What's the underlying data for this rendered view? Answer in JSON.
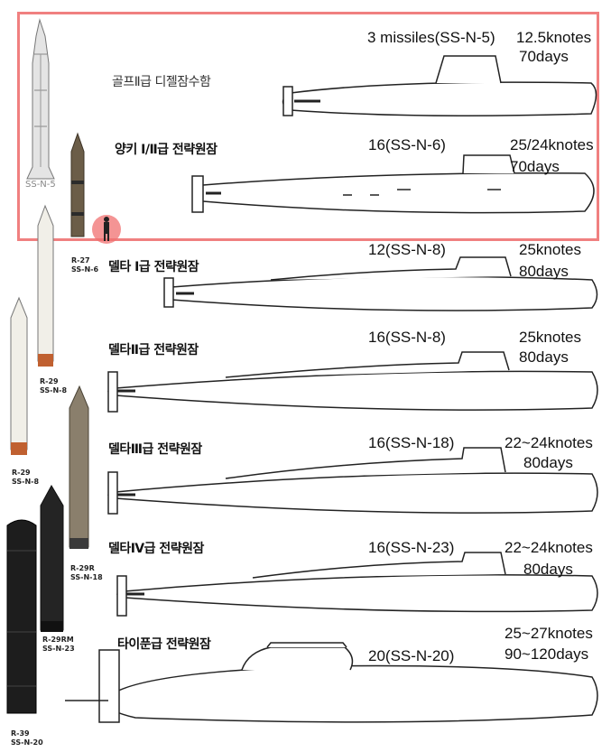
{
  "colors": {
    "highlight_border": "#f08080",
    "human_marker": "#f07070",
    "text": "#111111"
  },
  "submarines": [
    {
      "class_name": "골프Ⅱ급 디젤잠수함",
      "missiles": "3 missiles(SS-N-5)",
      "speed": "12.5knotes",
      "endurance": "70days"
    },
    {
      "class_name": "양키 Ⅰ/Ⅱ급 전략원잠",
      "missiles": "16(SS-N-6)",
      "speed": "25/24knotes",
      "endurance": "70days"
    },
    {
      "class_name": "델타 Ⅰ급 전략원잠",
      "missiles": "12(SS-N-8)",
      "speed": "25knotes",
      "endurance": "80days"
    },
    {
      "class_name": "델타Ⅱ급 전략원잠",
      "missiles": "16(SS-N-8)",
      "speed": "25knotes",
      "endurance": "80days"
    },
    {
      "class_name": "델타Ⅲ급 전략원잠",
      "missiles": "16(SS-N-18)",
      "speed": "22~24knotes",
      "endurance": "80days"
    },
    {
      "class_name": "델타Ⅳ급 전략원잠",
      "missiles": "16(SS-N-23)",
      "speed": "22~24knotes",
      "endurance": "80days"
    },
    {
      "class_name": "타이푼급 전략원잠",
      "missiles": "20(SS-N-20)",
      "speed": "25~27knotes",
      "endurance": "90~120days"
    }
  ],
  "missiles": [
    {
      "name": "",
      "designation": "SS-N-5"
    },
    {
      "name": "R-27",
      "designation": "SS-N-6"
    },
    {
      "name": "R-29",
      "designation": "SS-N-8"
    },
    {
      "name": "R-29",
      "designation": "SS-N-8"
    },
    {
      "name": "R-29R",
      "designation": "SS-N-18"
    },
    {
      "name": "R-29RM",
      "designation": "SS-N-23"
    },
    {
      "name": "R-39",
      "designation": "SS-N-20"
    }
  ]
}
